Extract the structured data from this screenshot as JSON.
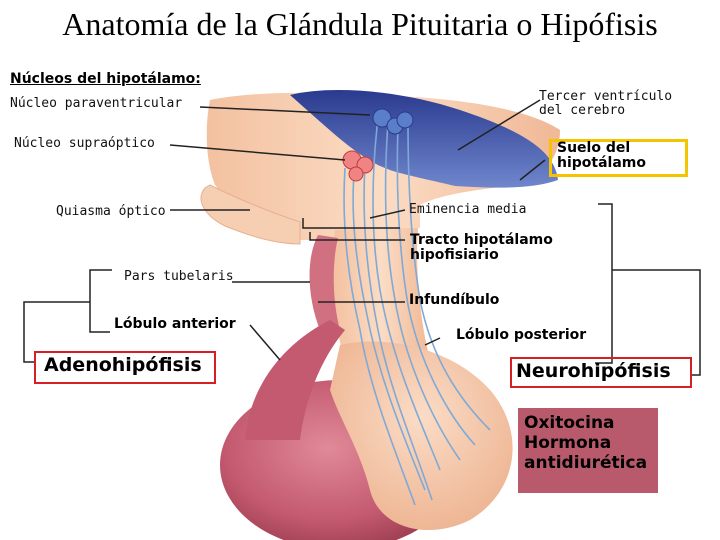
{
  "title": "Anatomía de la Glándula Pituitaria o Hipófisis",
  "labels": {
    "nucleos_hipotalamo": "Núcleos del hipotálamo:",
    "paraventricular": "Núcleo paraventricular",
    "supraoptico": "Núcleo supraóptico",
    "quiasma": "Quiasma óptico",
    "tercer_ventriculo": "Tercer ventrículo del cerebro",
    "suelo_hipotalamo": "Suelo del hipotálamo",
    "eminencia_media": "Eminencia media",
    "tracto": "Tracto hipotálamo hipofisiario",
    "pars_tubelaris": "Pars tubelaris",
    "infundibulo": "Infundíbulo",
    "lobulo_anterior": "Lóbulo anterior",
    "lobulo_posterior": "Lóbulo posterior",
    "adenohipofisis": "Adenohipófisis",
    "neurohipofisis": "Neurohipófisis",
    "oxitocina": "Oxitocina",
    "hormona_antidiuretica": "Hormona antidiurética"
  },
  "colors": {
    "highlight_red": "#d81f26",
    "highlight_yellow": "#f5c400",
    "hormone_box": "#b85a6b",
    "anterior_lobe": "#c45a70",
    "tissue": "#f7c9a8",
    "ventricle": "#3d4fa8",
    "nerve_fibers": "#7fa9d6"
  }
}
